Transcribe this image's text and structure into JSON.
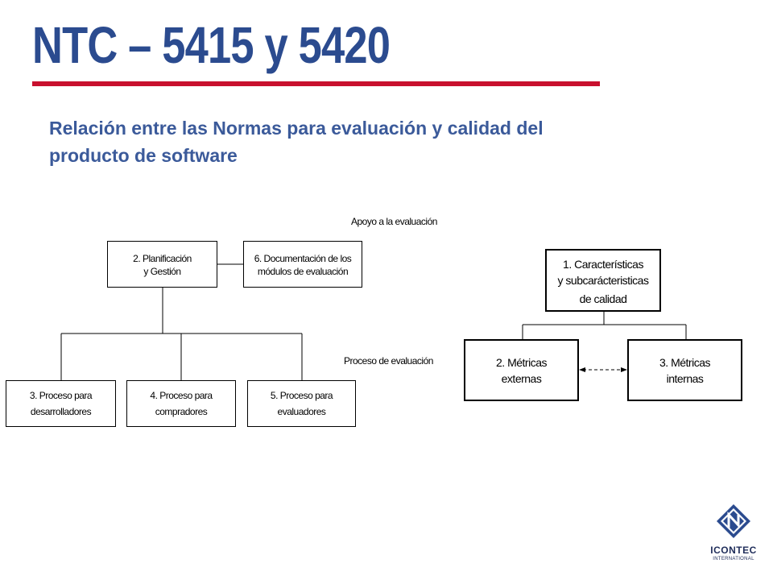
{
  "slide": {
    "title": "NTC – 5415  y  5420",
    "subtitle_line1": "Relación entre las Normas para evaluación y calidad del",
    "subtitle_line2": "producto de software"
  },
  "left_diagram": {
    "support_label": "Apoyo a la evaluación",
    "box2_l1": "2. Planificación",
    "box2_l2": "y Gestión",
    "box6_l1": "6. Documentación de los",
    "box6_l2": "módulos de evaluación",
    "box3_l1": "3. Proceso para",
    "box3_l2": "desarrolladores",
    "box4_l1": "4. Proceso para",
    "box4_l2": "compradores",
    "box5_l1": "5. Proceso para",
    "box5_l2": "evaluadores"
  },
  "right_diagram": {
    "process_label": "Proceso de evaluación",
    "box1_l1": "1. Características",
    "box1_l2": "y subcarácteristicas",
    "box1_l3": "de calidad",
    "boxm2_l1": "2. Métricas",
    "boxm2_l2": "externas",
    "boxm3_l1": "3. Métricas",
    "boxm3_l2": "internas"
  },
  "logo": {
    "name": "ICONTEC",
    "sub": "INTERNATIONAL",
    "icon": "icontec-n-diamond-logo",
    "color": "#2b4b8f"
  }
}
